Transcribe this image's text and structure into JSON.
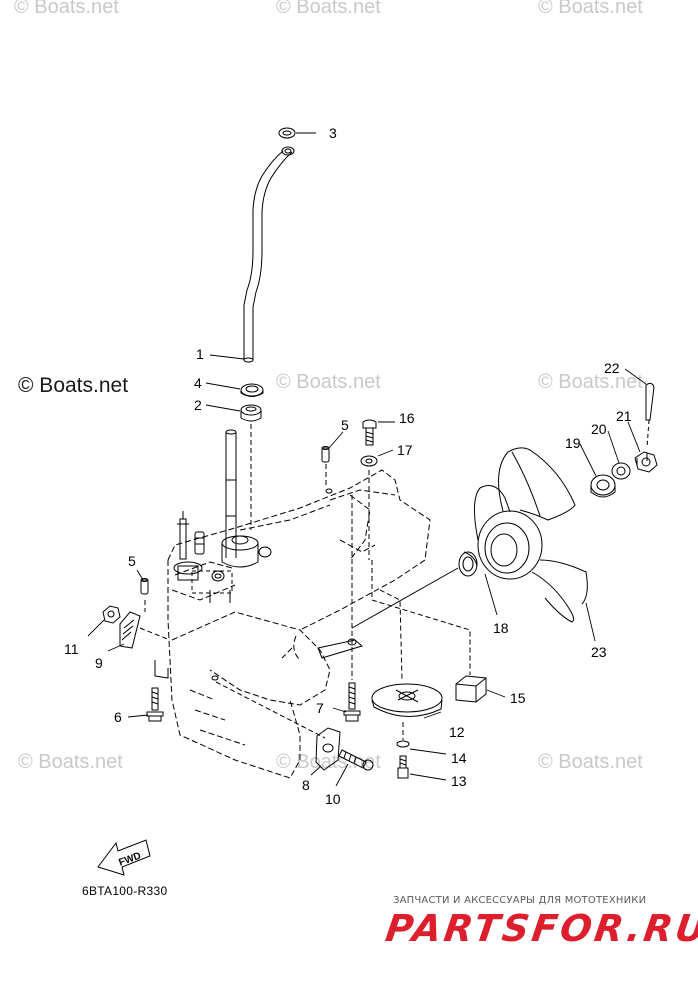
{
  "watermark": "© Boats.net",
  "drawing_code": "6BTA100-R330",
  "direction_label": "FWD",
  "store": {
    "tagline": "ЗАПЧАСТИ И АКСЕССУАРЫ ДЛЯ МОТОТЕХНИКИ",
    "logo": "PARTSFOR.RU"
  },
  "callouts": {
    "c1": "1",
    "c2": "2",
    "c3": "3",
    "c4": "4",
    "c5a": "5",
    "c5b": "5",
    "c6": "6",
    "c7": "7",
    "c8": "8",
    "c9": "9",
    "c10": "10",
    "c11": "11",
    "c12": "12",
    "c13": "13",
    "c14": "14",
    "c15": "15",
    "c16": "16",
    "c17": "17",
    "c18": "18",
    "c19": "19",
    "c20": "20",
    "c21": "21",
    "c22": "22",
    "c23": "23"
  },
  "colors": {
    "line": "#000000",
    "watermark": "#c9c9c9",
    "brand": "#dd1f2d"
  }
}
